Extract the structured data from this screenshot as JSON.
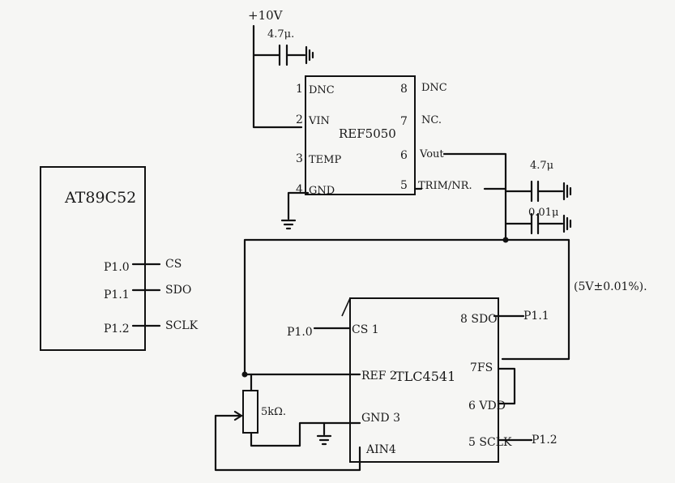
{
  "supply": {
    "label": "+10V"
  },
  "ref_ic": {
    "name": "REF5050",
    "pins": [
      {
        "num": "1",
        "name": "DNC"
      },
      {
        "num": "2",
        "name": "VIN"
      },
      {
        "num": "3",
        "name": "TEMP"
      },
      {
        "num": "4",
        "name": "GND"
      },
      {
        "num": "8",
        "name": "DNC"
      },
      {
        "num": "7",
        "name": "NC."
      },
      {
        "num": "6",
        "name": "Vout"
      },
      {
        "num": "5",
        "name": "TRIM/NR."
      }
    ]
  },
  "caps": [
    {
      "value": "4.7μ."
    },
    {
      "value": "4.7μ"
    },
    {
      "value": "0.01μ"
    }
  ],
  "mcu": {
    "name": "AT89C52",
    "pins": [
      {
        "name": "P1.0",
        "net": "CS"
      },
      {
        "name": "P1.1",
        "net": "SDO"
      },
      {
        "name": "P1.2",
        "net": "SCLK"
      }
    ]
  },
  "adc": {
    "name": "TLC4541",
    "left_pins": [
      {
        "label": "CS 1",
        "net": "P1.0"
      },
      {
        "label": "REF 2",
        "net": ""
      },
      {
        "label": "GND 3",
        "net": ""
      },
      {
        "label": "AIN4",
        "net": ""
      }
    ],
    "right_pins": [
      {
        "label": "8 SDO",
        "net": "P1.1"
      },
      {
        "label": "7FS",
        "net": ""
      },
      {
        "label": "6 VDD",
        "net": ""
      },
      {
        "label": "5 SCLK",
        "net": "P1.2"
      }
    ]
  },
  "pot": {
    "value": "5kΩ."
  },
  "note": {
    "text": "(5V±0.01%)."
  }
}
